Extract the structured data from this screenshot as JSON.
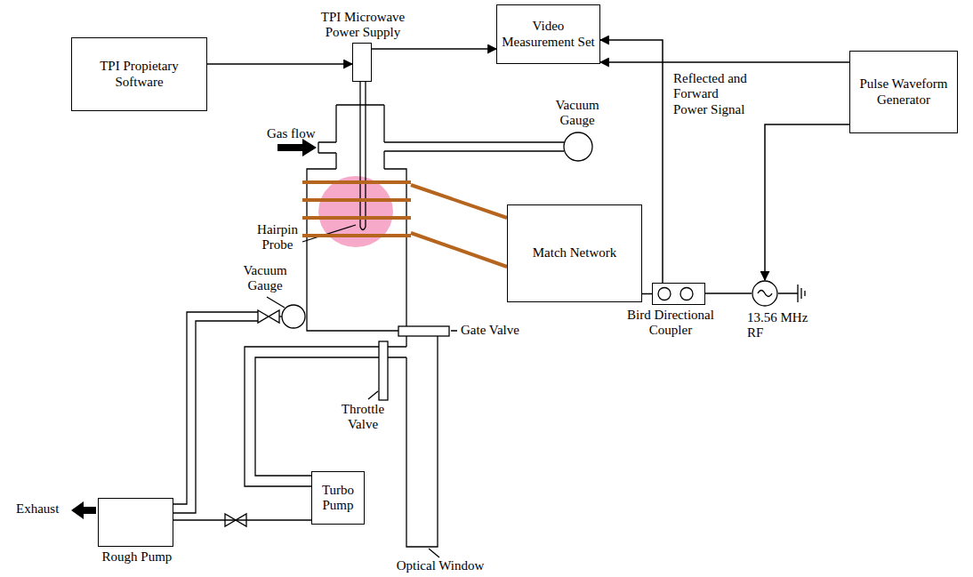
{
  "diagram": {
    "nodes": [
      {
        "text": [
          "TPI Propietary Software"
        ]
      },
      {
        "text": [
          "TPI Microwave Power Supply"
        ]
      },
      {
        "text": [
          "Video Measurement Set"
        ]
      },
      {
        "text": [
          "Pulse Waveform Generator"
        ]
      },
      {
        "text": [
          "Match Network"
        ]
      },
      {
        "text": [
          "Bird Directional Coupler"
        ]
      },
      {
        "text": [
          "13.56 MHz RF"
        ]
      },
      {
        "text": [
          "Turbo Pump"
        ]
      },
      {
        "text": [
          "Rough Pump"
        ]
      }
    ],
    "edges": [
      {
        "from": 0,
        "to": 1,
        "arrow": "to"
      },
      {
        "from": 1,
        "to": 2,
        "arrow": "to"
      },
      {
        "from": 3,
        "to": 2,
        "arrow": "to"
      },
      {
        "from": 3,
        "to": 6,
        "arrow": "to"
      },
      {
        "from": 5,
        "to": 2,
        "arrow": "to"
      },
      {
        "from": 6,
        "to": 5,
        "arrow": "none"
      },
      {
        "from": 5,
        "to": 4,
        "arrow": "none"
      },
      {
        "from": 8,
        "to": 7,
        "arrow": "none"
      }
    ],
    "labels": [
      "Gas flow",
      "Vacuum Gauge",
      "Reflected and Forward Power Signal",
      "Hairpin Probe",
      "Vacuum Gauge",
      "Gate Valve",
      "Throttle Valve",
      "Optical Window",
      "Exhaust"
    ]
  }
}
